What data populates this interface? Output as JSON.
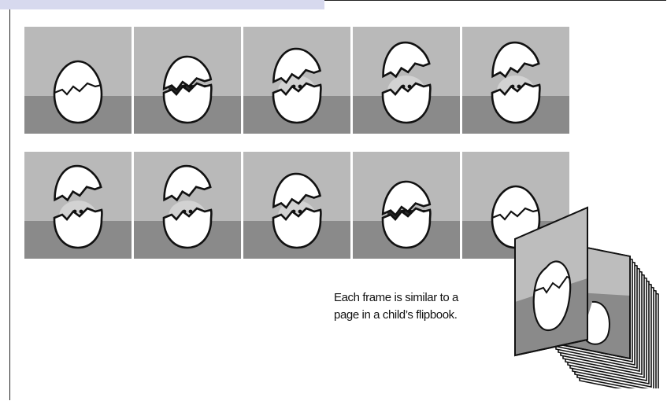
{
  "caption": {
    "line1": "Each frame is similar to a",
    "line2": "page in a child’s flipbook."
  },
  "frames": [
    {
      "row": 1,
      "col": 1,
      "stage": "whole"
    },
    {
      "row": 1,
      "col": 2,
      "stage": "crack-peek"
    },
    {
      "row": 1,
      "col": 3,
      "stage": "top-lifting"
    },
    {
      "row": 1,
      "col": 4,
      "stage": "chick-visible"
    },
    {
      "row": 1,
      "col": 5,
      "stage": "chick-visible"
    },
    {
      "row": 2,
      "col": 1,
      "stage": "chick-beak"
    },
    {
      "row": 2,
      "col": 2,
      "stage": "chick-beak"
    },
    {
      "row": 2,
      "col": 3,
      "stage": "top-lifting"
    },
    {
      "row": 2,
      "col": 4,
      "stage": "crack-peek"
    },
    {
      "row": 2,
      "col": 5,
      "stage": "whole"
    }
  ],
  "colors": {
    "sky": "#b9b9b9",
    "ground": "#8a8a8a",
    "egg": "#ffffff",
    "chick": "#d2d2d2",
    "outline": "#111111"
  }
}
